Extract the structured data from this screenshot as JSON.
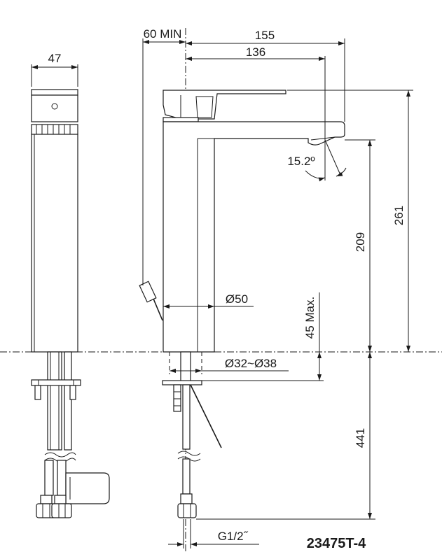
{
  "drawing": {
    "model_number": "23475T-4",
    "dimensions": {
      "width_side": "47",
      "min_clearance": "60 MIN",
      "total_reach": "155",
      "spout_reach": "136",
      "spout_angle": "15.2º",
      "spout_height": "209",
      "total_height": "261",
      "body_diameter": "Ø50",
      "hole_diameter": "Ø32~Ø38",
      "max_deck": "45 Max.",
      "hose_length": "441",
      "thread": "G1/2˝"
    }
  }
}
